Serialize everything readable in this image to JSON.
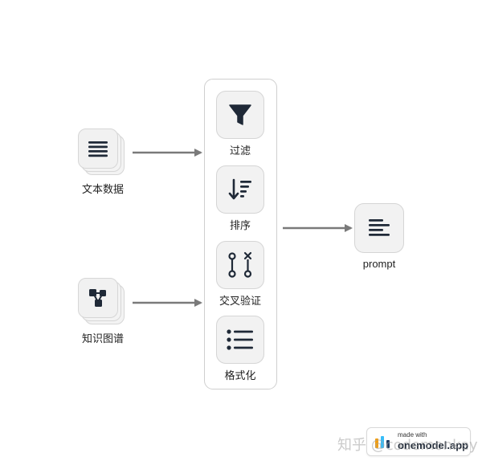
{
  "inputs": [
    {
      "label": "文本数据",
      "icon": "align-justify-icon"
    },
    {
      "label": "知识图谱",
      "icon": "graph-nodes-icon"
    }
  ],
  "operations": [
    {
      "label": "过滤",
      "icon": "filter-funnel-icon"
    },
    {
      "label": "排序",
      "icon": "sort-descending-icon"
    },
    {
      "label": "交叉验证",
      "icon": "cross-validate-icon"
    },
    {
      "label": "格式化",
      "icon": "bullet-list-icon"
    }
  ],
  "output": {
    "label": "prompt",
    "icon": "align-left-icon"
  },
  "badge": {
    "small": "made with",
    "big": "onemodel.app"
  },
  "watermark": "知乎 @codemonkey",
  "colors": {
    "icon": "#1f2937",
    "tile_bg": "#f2f2f2",
    "tile_border": "#d5d5d5",
    "arrow": "#7a7a7a",
    "badge_bar_1": "#f59e0b",
    "badge_bar_2": "#38bdf8",
    "badge_bar_3": "#1e3a5f"
  }
}
